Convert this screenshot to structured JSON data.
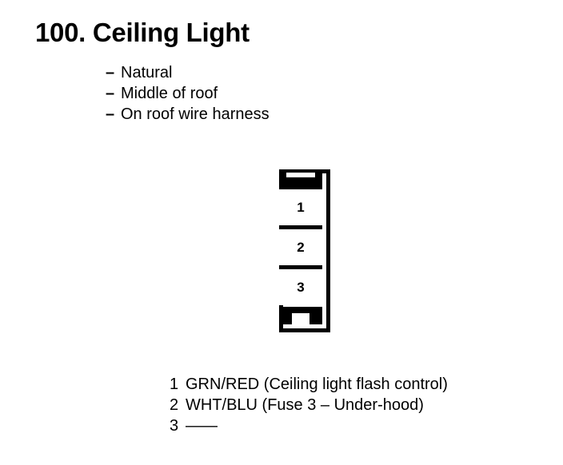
{
  "header": {
    "number": "100.",
    "title": "100. Ceiling Light",
    "attributes": [
      {
        "dash": "–",
        "label": "Natural"
      },
      {
        "dash": "–",
        "label": "Middle of roof"
      },
      {
        "dash": "–",
        "label": "On roof wire harness"
      }
    ]
  },
  "connector": {
    "terminal_count": 3,
    "terminals": [
      {
        "number": "1"
      },
      {
        "number": "2"
      },
      {
        "number": "3"
      }
    ],
    "latch_icon": "connector-latch-tab",
    "base_icon": "connector-keyed-base"
  },
  "legend": {
    "rows": [
      {
        "pin": "1",
        "description": "GRN/RED (Ceiling light flash control)"
      },
      {
        "pin": "2",
        "description": "WHT/BLU (Fuse 3 – Under-hood)"
      },
      {
        "pin": "3",
        "description": "——"
      }
    ]
  },
  "colors": {
    "ink": "#000000",
    "paper": "#ffffff"
  }
}
